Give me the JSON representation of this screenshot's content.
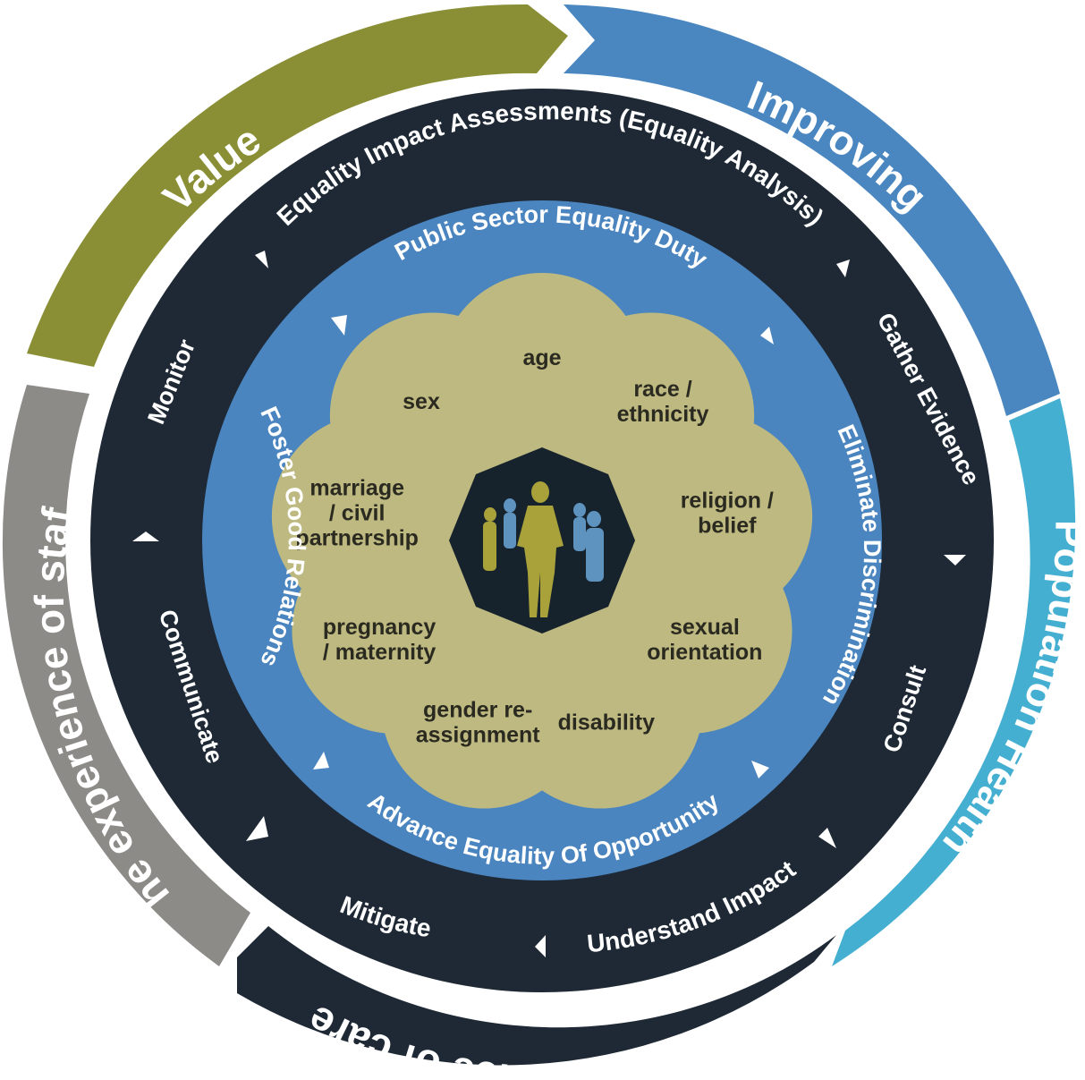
{
  "outer_ring": {
    "value": "Value",
    "improving": "Improving",
    "population_health": "Population Health",
    "experience_of_care": "The experience of care",
    "experience_of_staff": "The experience of staff"
  },
  "process_ring": {
    "title": "Equality Impact Assessments (Equality Analysis)",
    "steps": {
      "gather_evidence": "Gather Evidence",
      "consult": "Consult",
      "understand_impact": "Understand Impact",
      "mitigate": "Mitigate",
      "communicate": "Communicate",
      "monitor": "Monitor"
    }
  },
  "duty_ring": {
    "title": "Public Sector Equality Duty",
    "eliminate": "Eliminate Discrimination",
    "advance": "Advance Equality Of Opportunity",
    "foster": "Foster Good Relations"
  },
  "protected_characteristics": [
    {
      "lines": [
        "age"
      ]
    },
    {
      "lines": [
        "race /",
        "ethnicity"
      ]
    },
    {
      "lines": [
        "religion /",
        "belief"
      ]
    },
    {
      "lines": [
        "sexual",
        "orientation"
      ]
    },
    {
      "lines": [
        "disability"
      ]
    },
    {
      "lines": [
        "gender re-",
        "assignment"
      ]
    },
    {
      "lines": [
        "pregnancy",
        "/ maternity"
      ]
    },
    {
      "lines": [
        "marriage",
        "/ civil",
        "partnership"
      ]
    },
    {
      "lines": [
        "sex"
      ]
    }
  ],
  "colors": {
    "value": "#8a8f35",
    "improving": "#4a87c0",
    "population_health": "#45afd1",
    "experience_of_care": "#1e2935",
    "experience_of_staff": "#8d8b87",
    "dark_ring": "#1e2935",
    "duty_ring": "#4a85c0",
    "circles": "#bdb981",
    "center": "#16222c",
    "people_front": "#a9a13a",
    "people_back": "#5e93bf"
  }
}
